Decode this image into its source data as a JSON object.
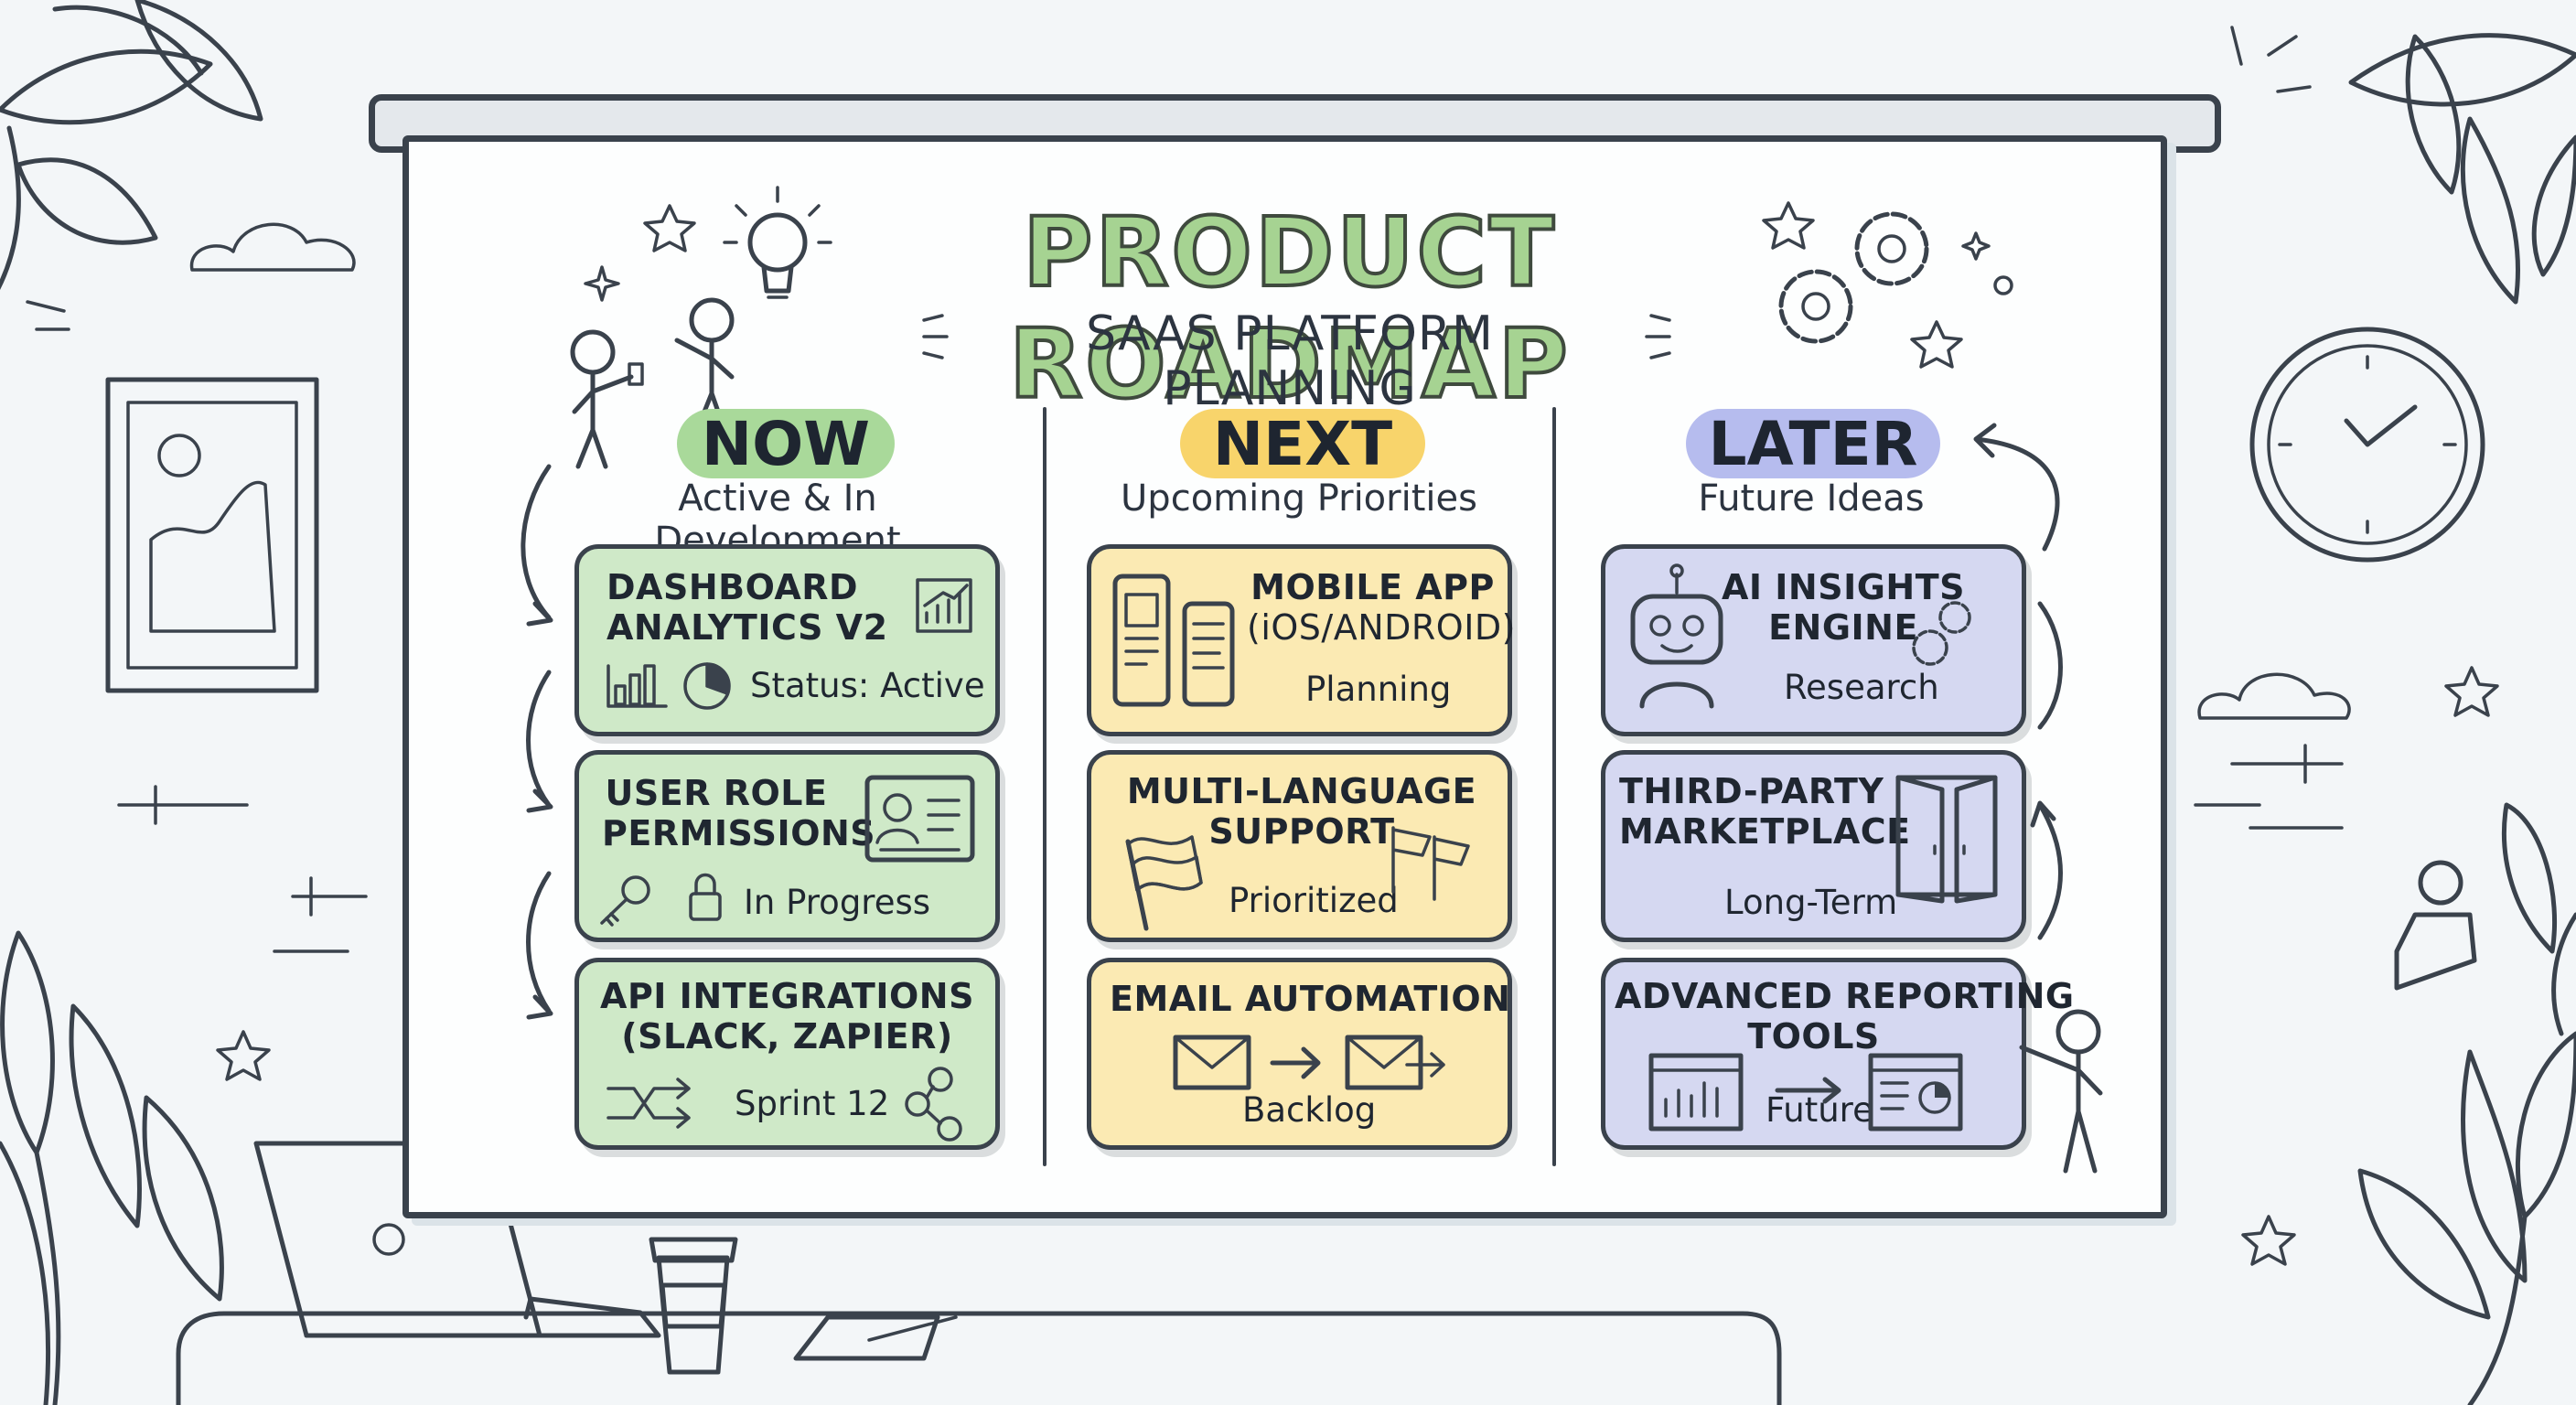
{
  "board": {
    "title": "PRODUCT ROADMAP",
    "subtitle": "SAAS PLATFORM PLANNING"
  },
  "columns": [
    {
      "label": "NOW",
      "subtitle": "Active & In Development",
      "color": "#a9d99a",
      "cards": [
        {
          "title_lines": [
            "DASHBOARD",
            "ANALYTICS V2"
          ],
          "status": "Status: Active",
          "icon": "analytics-chart-icon"
        },
        {
          "title_lines": [
            "USER ROLE",
            "PERMISSIONS"
          ],
          "status": "In Progress",
          "icon": "id-card-icon"
        },
        {
          "title_lines": [
            "API INTEGRATIONS",
            "(SLACK, ZAPIER)"
          ],
          "status": "Sprint 12",
          "icon": "share-nodes-icon"
        }
      ]
    },
    {
      "label": "NEXT",
      "subtitle": "Upcoming Priorities",
      "color": "#f8d46b",
      "cards": [
        {
          "title_lines": [
            "MOBILE APP",
            "(iOS/ANDROID)"
          ],
          "status": "Planning",
          "icon": "mobile-phone-icon"
        },
        {
          "title_lines": [
            "MULTI-LANGUAGE",
            "SUPPORT"
          ],
          "status": "Prioritized",
          "icon": "flags-icon"
        },
        {
          "title_lines": [
            "EMAIL AUTOMATION"
          ],
          "status": "Backlog",
          "icon": "envelope-icon"
        }
      ]
    },
    {
      "label": "LATER",
      "subtitle": "Future Ideas",
      "color": "#b6bcee",
      "cards": [
        {
          "title_lines": [
            "AI INSIGHTS",
            "ENGINE"
          ],
          "status": "Research",
          "icon": "robot-icon"
        },
        {
          "title_lines": [
            "THIRD-PARTY",
            "MARKETPLACE"
          ],
          "status": "Long-Term",
          "icon": "door-icon"
        },
        {
          "title_lines": [
            "ADVANCED REPORTING",
            "TOOLS"
          ],
          "status": "Future",
          "icon": "report-window-icon"
        }
      ]
    }
  ],
  "colors": {
    "card_green": "#cfe9c8",
    "card_yellow": "#fbeab3",
    "card_blue": "#d5d8f1",
    "title_green": "#a6d392",
    "ink": "#3a424c"
  }
}
